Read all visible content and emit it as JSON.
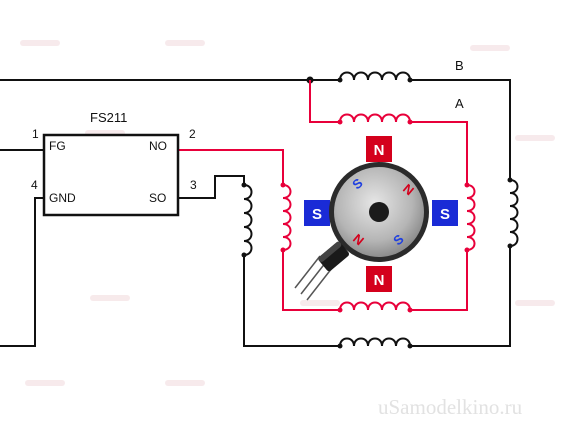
{
  "diagram": {
    "ic": {
      "name": "FS211",
      "fg": "FG",
      "gnd": "GND",
      "no": "NO",
      "so": "SO"
    },
    "pins": {
      "p1": "1",
      "p2": "2",
      "p3": "3",
      "p4": "4"
    },
    "windings": {
      "b": "B",
      "a": "A"
    },
    "poles": {
      "top": "N",
      "bottom": "N",
      "left": "S",
      "right": "S"
    },
    "rotor": {
      "m1": "S",
      "m2": "N",
      "m3": "N",
      "m4": "S"
    },
    "watermark": "uSamodelkino.ru",
    "colors": {
      "wire_black": "#111111",
      "wire_red": "#e8003a",
      "pole_n": "#d4001c",
      "pole_s": "#1a2bd6"
    }
  }
}
